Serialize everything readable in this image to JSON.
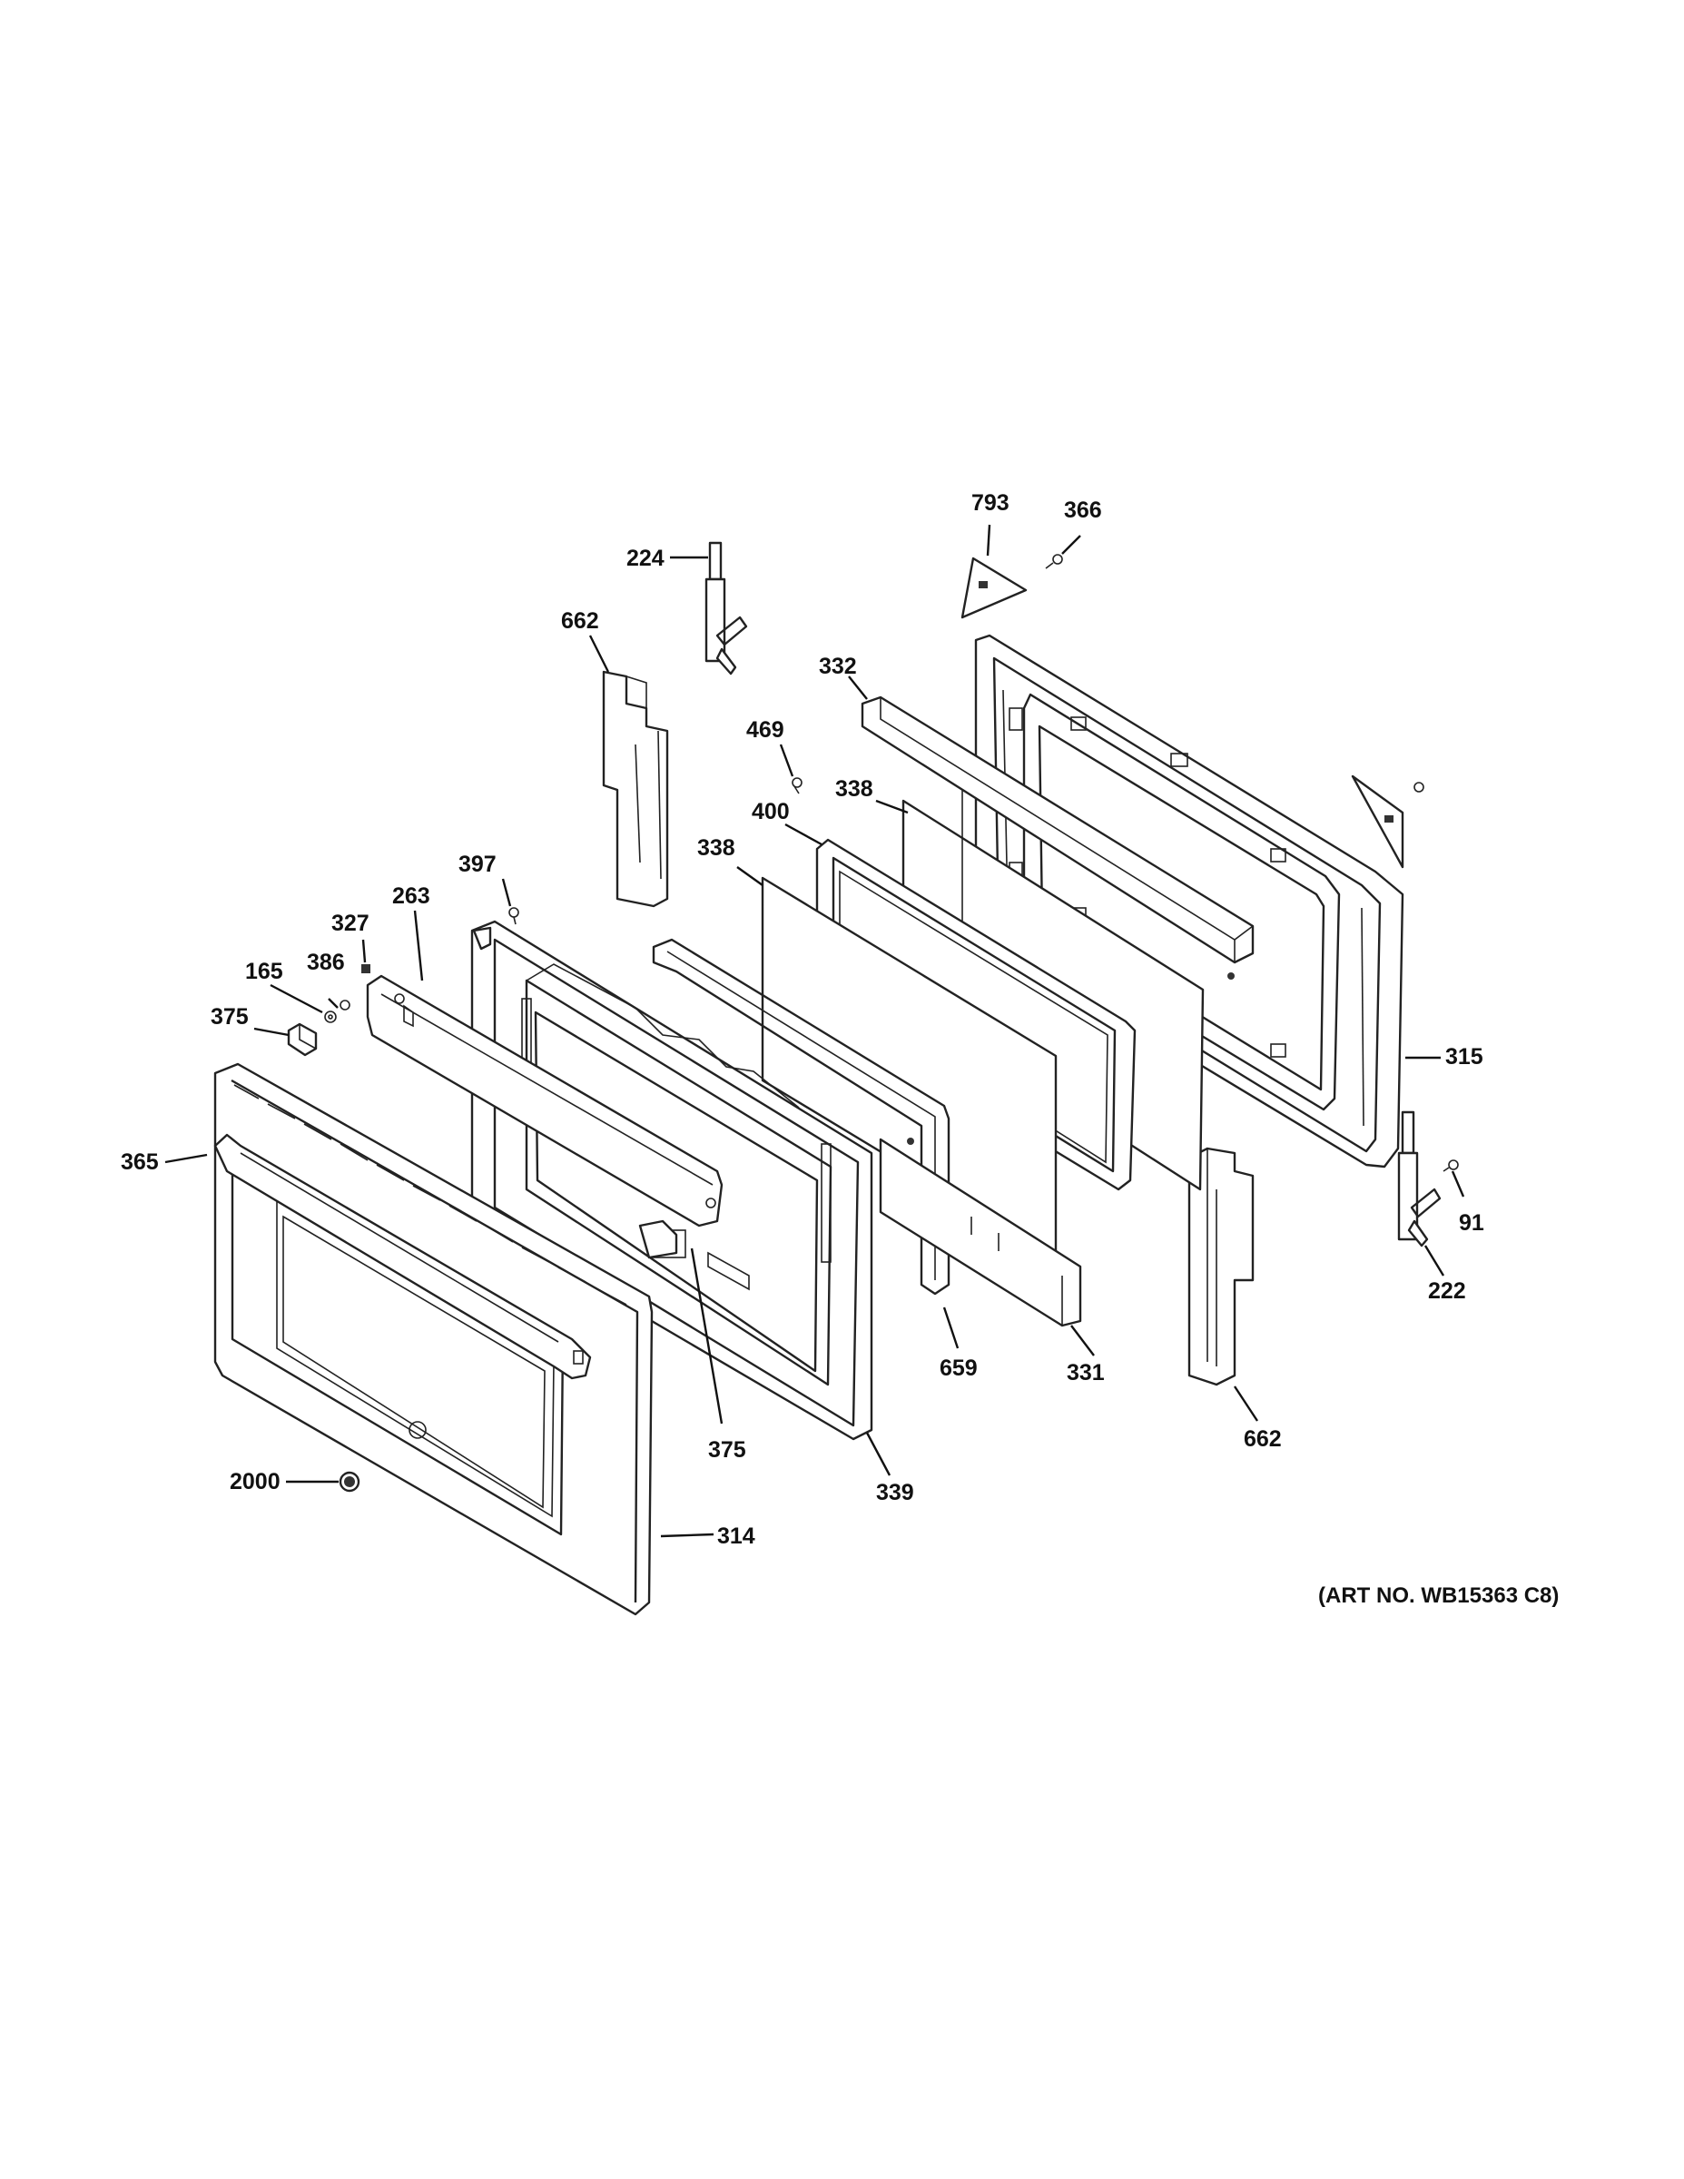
{
  "labels": {
    "l793": "793",
    "l366": "366",
    "l224": "224",
    "l662a": "662",
    "l332": "332",
    "l469": "469",
    "l338a": "338",
    "l400": "400",
    "l338b": "338",
    "l397": "397",
    "l263": "263",
    "l327": "327",
    "l165": "165",
    "l386": "386",
    "l375a": "375",
    "l365": "365",
    "l315": "315",
    "l91": "91",
    "l222": "222",
    "l659": "659",
    "l331": "331",
    "l375b": "375",
    "l339": "339",
    "l662b": "662",
    "l2000": "2000",
    "l314": "314"
  },
  "art_number": "(ART NO. WB15363 C8)"
}
